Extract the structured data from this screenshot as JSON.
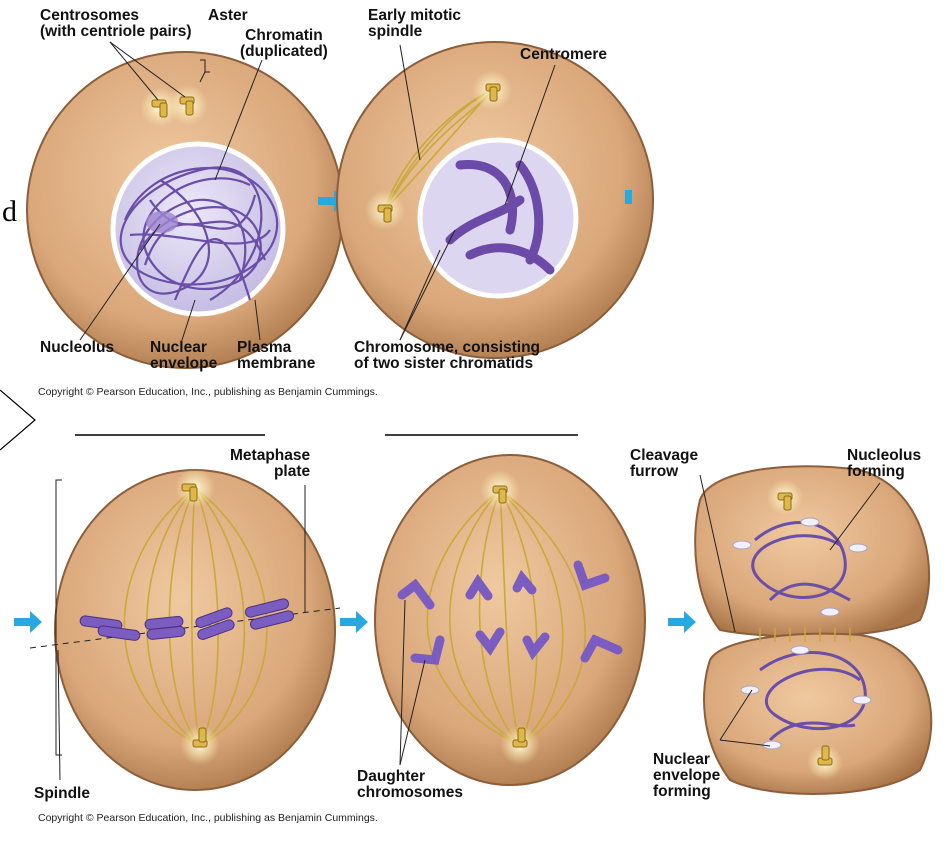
{
  "labels": {
    "centrosomes": "Centrosomes\n(with centriole pairs)",
    "aster": "Aster",
    "chromatin": "Chromatin\n(duplicated)",
    "nucleolus": "Nucleolus",
    "nuclear_envelope": "Nuclear\nenvelope",
    "plasma_membrane": "Plasma\nmembrane",
    "early_mitotic_spindle": "Early mitotic\nspindle",
    "centromere": "Centromere",
    "chromosome": "Chromosome, consisting\nof two sister chromatids",
    "metaphase_plate": "Metaphase\nplate",
    "spindle": "Spindle",
    "daughter_chromosomes": "Daughter\nchromosomes",
    "cleavage_furrow": "Cleavage\nfurrow",
    "nucleolus_forming": "Nucleolus\nforming",
    "nuclear_envelope_forming": "Nuclear\nenvelope\nforming"
  },
  "copyright": {
    "top": "Copyright © Pearson Education, Inc., publishing as Benjamin Cummings.",
    "bottom": "Copyright © Pearson Education, Inc., publishing as Benjamin Cummings."
  },
  "left_fragment": "d",
  "colors": {
    "cell": "#d9a77a",
    "cell_edge": "#9a6a42",
    "nucleus": "#c5bde3",
    "chromatin": "#6a4ea8",
    "chromosome": "#7b5cc0",
    "spindle": "#c9a93a",
    "centrosome_glow": "#fff3b0",
    "arrow": "#29a8e0"
  }
}
